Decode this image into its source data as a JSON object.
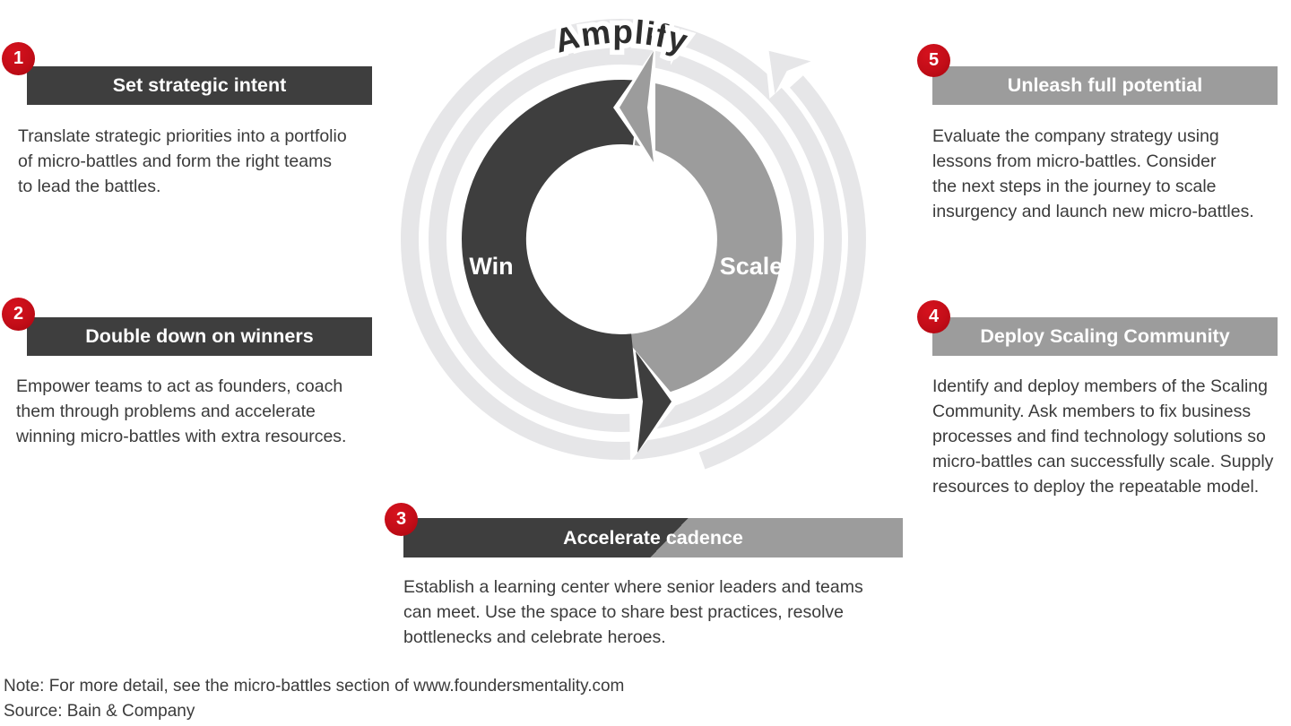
{
  "diagram": {
    "title_cycle": {
      "top_label": "Amplify",
      "left_label": "Win",
      "right_label": "Scale"
    },
    "steps": [
      {
        "number": "1",
        "title": "Set strategic intent",
        "description": "Translate strategic priorities into a portfolio\nof micro-battles and form the right teams\nto lead the battles."
      },
      {
        "number": "2",
        "title": "Double down on winners",
        "description": "Empower teams to act as founders, coach\nthem through problems and accelerate\nwinning micro-battles with extra resources."
      },
      {
        "number": "3",
        "title": "Accelerate cadence",
        "description": "Establish a learning center where senior leaders and teams\ncan meet. Use the space to share best practices, resolve\nbottlenecks and celebrate heroes."
      },
      {
        "number": "4",
        "title": "Deploy Scaling Community",
        "description": "Identify and deploy members of the Scaling\nCommunity. Ask members to fix business\nprocesses and find technology solutions so\nmicro-battles can successfully scale. Supply\nresources to deploy the repeatable model."
      },
      {
        "number": "5",
        "title": "Unleash full potential",
        "description": "Evaluate the company strategy using\nlessons from micro-battles. Consider\nthe next steps in the journey to scale\ninsurgency and launch new micro-battles."
      }
    ],
    "colors": {
      "dark_arrow": "#3e3e3e",
      "gray_arrow": "#9c9c9c",
      "light_ring": "#e6e6e8",
      "badge_red": "#c30d18",
      "body_text": "#3b3b3b"
    },
    "footer": {
      "note": "Note: For more detail, see the micro-battles section of www.foundersmentality.com",
      "source": "Source: Bain & Company"
    }
  }
}
